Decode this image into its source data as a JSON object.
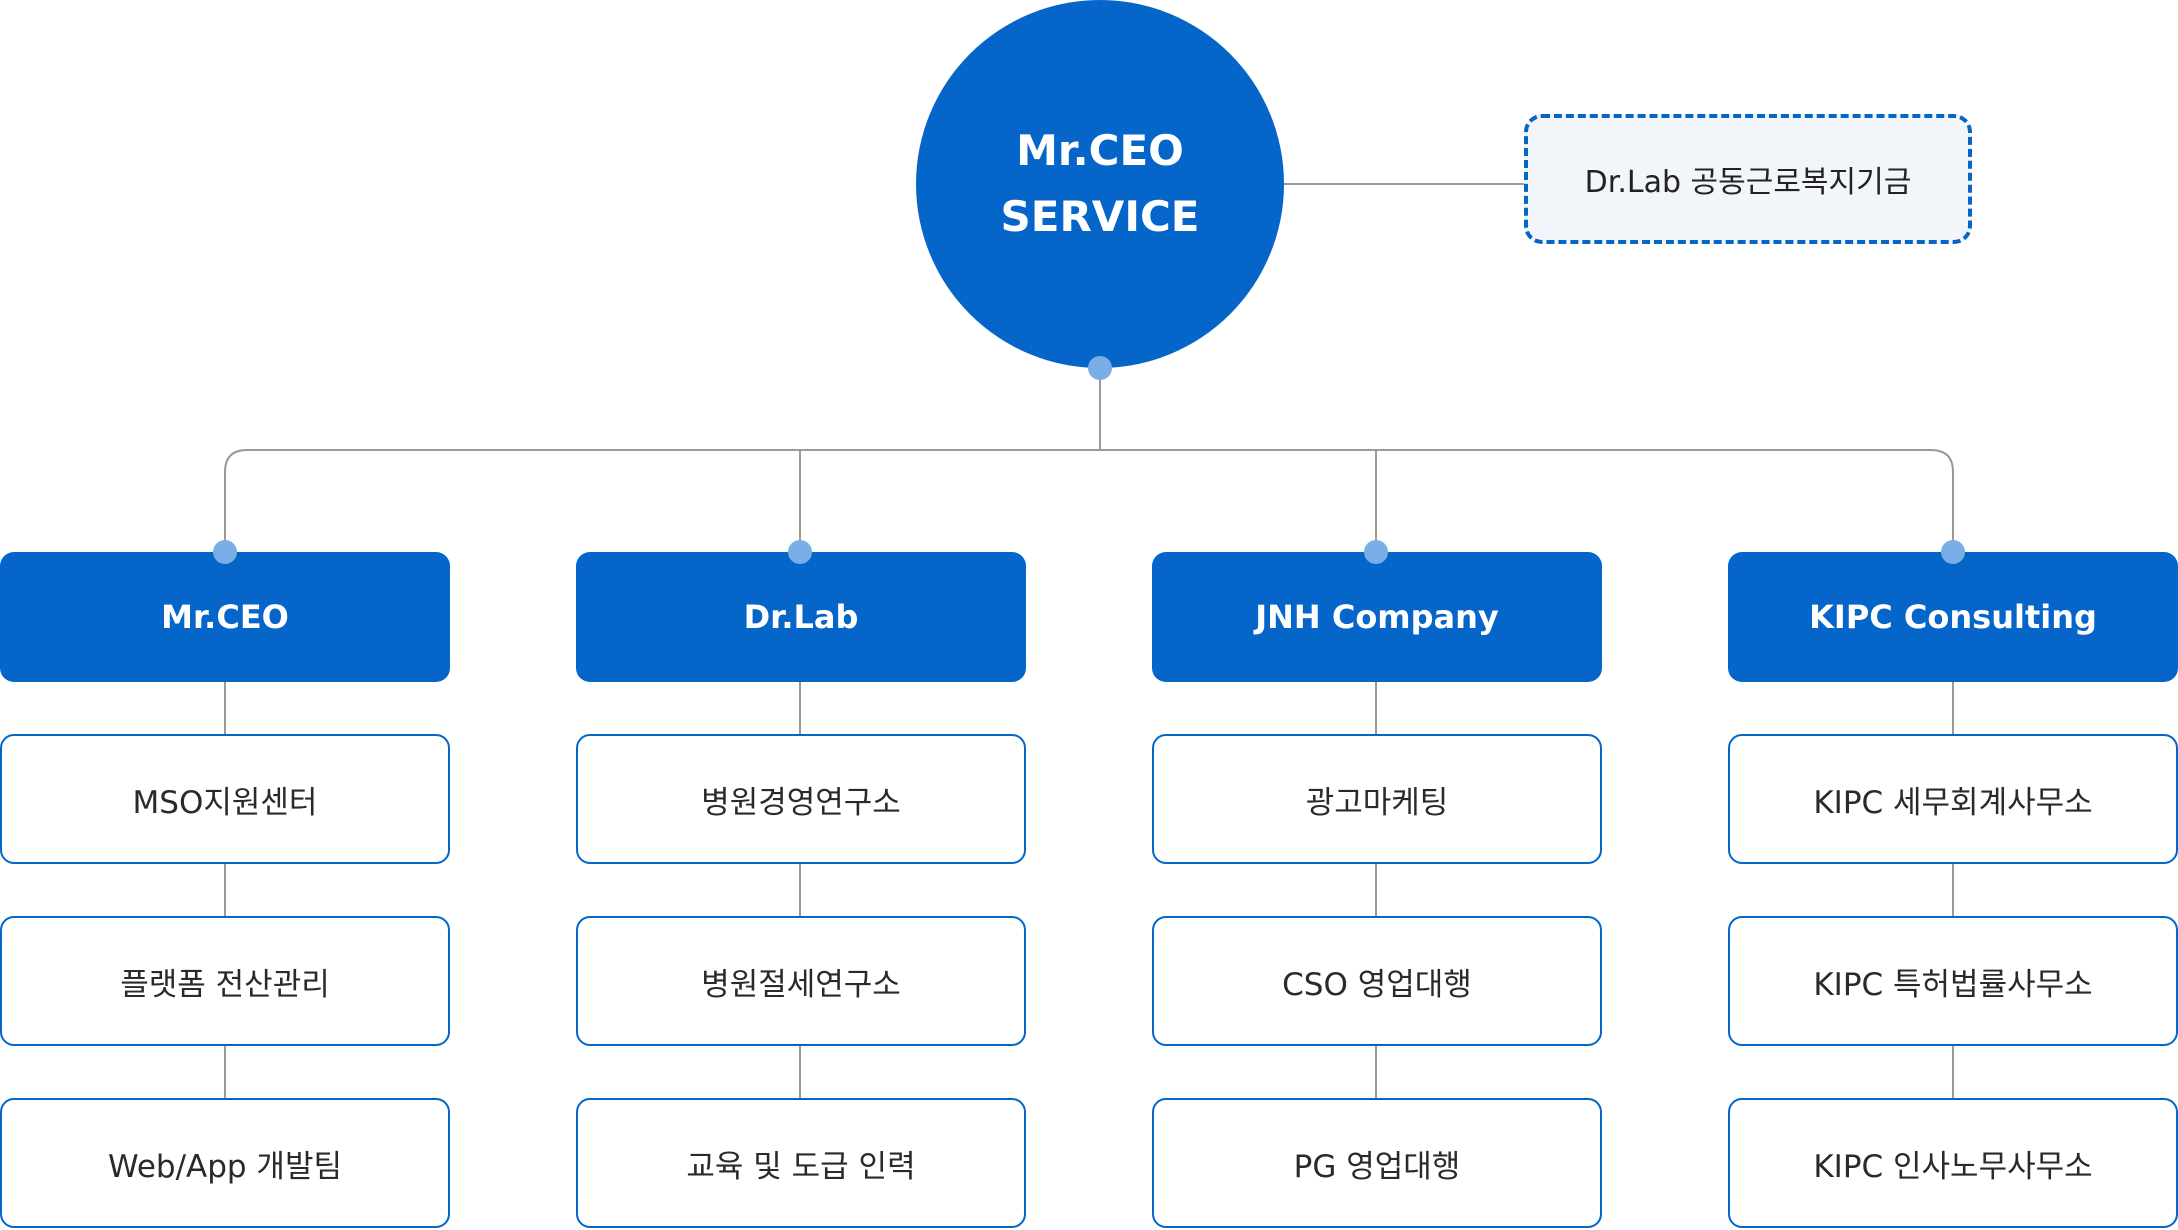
{
  "root": {
    "line1": "Mr.CEO",
    "line2": "SERVICE"
  },
  "side": {
    "label": "Dr.Lab 공동근로복지기금"
  },
  "colors": {
    "primary": "#0565c8",
    "connector": "#9a9a9a",
    "dot": "#7aaee6",
    "side_fill": "#f2f6fa"
  },
  "branches": [
    {
      "title": "Mr.CEO",
      "items": [
        "MSO지원센터",
        "플랫폼 전산관리",
        "Web/App 개발팀"
      ]
    },
    {
      "title": "Dr.Lab",
      "items": [
        "병원경영연구소",
        "병원절세연구소",
        "교육 및 도급 인력"
      ]
    },
    {
      "title": "JNH Company",
      "items": [
        "광고마케팅",
        "CSO 영업대행",
        "PG 영업대행"
      ]
    },
    {
      "title": "KIPC Consulting",
      "items": [
        "KIPC 세무회계사무소",
        "KIPC 특허법률사무소",
        "KIPC 인사노무사무소"
      ]
    }
  ]
}
